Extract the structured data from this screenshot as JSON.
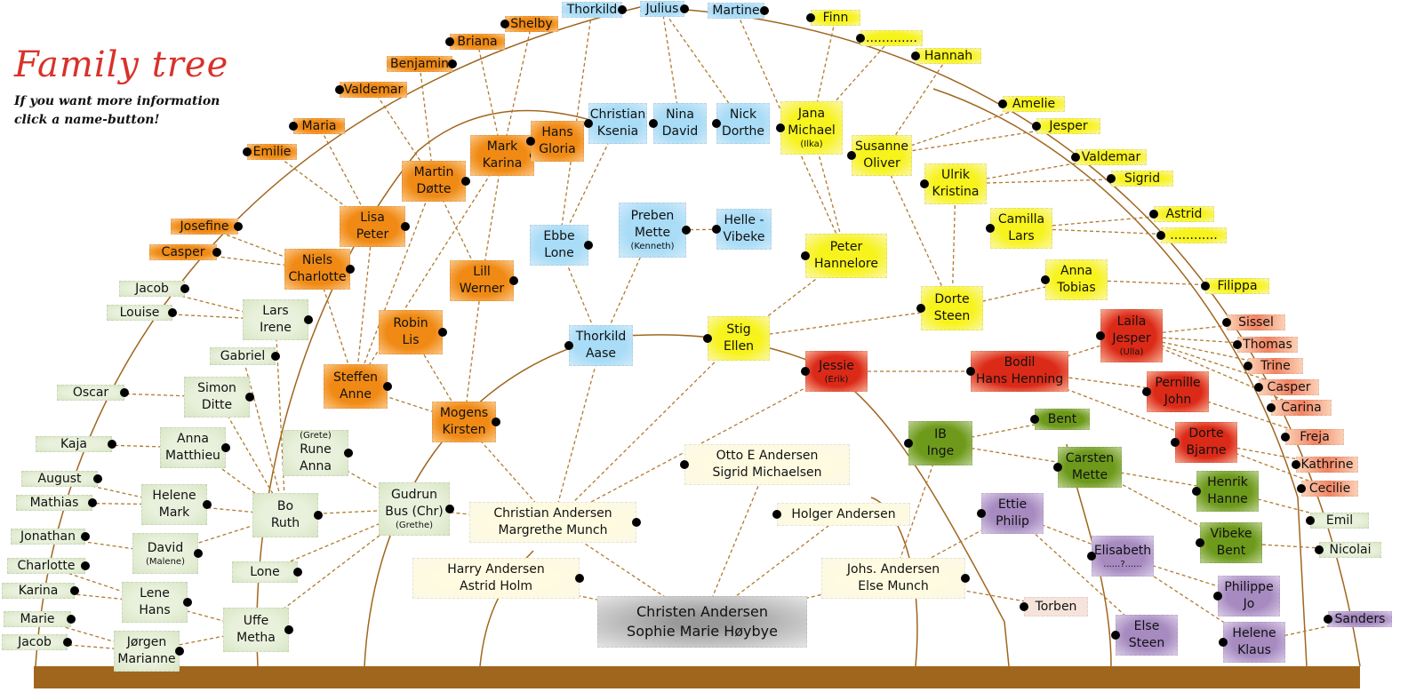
{
  "title": "Family tree",
  "subtitle": [
    "If you want more information",
    "click a name-button!"
  ],
  "colors": {
    "line": "#a0661e",
    "orange": "#f08a14",
    "green": "#e9f1dc",
    "yellow": "#f7f31c",
    "blue": "#a9dcf6",
    "red": "#dc2a18",
    "dark_green": "#6e9a1c",
    "purple": "#a68ac0"
  },
  "nodes": [
    {
      "lines": [
        "Thorkild"
      ]
    },
    {
      "lines": [
        "Julius"
      ]
    },
    {
      "lines": [
        "Martine"
      ]
    },
    {
      "lines": [
        "Finn"
      ]
    },
    {
      "lines": [
        "............."
      ]
    },
    {
      "lines": [
        "Hannah"
      ]
    },
    {
      "lines": [
        "Amelie"
      ]
    },
    {
      "lines": [
        "Jesper"
      ]
    },
    {
      "lines": [
        "Valdemar"
      ]
    },
    {
      "lines": [
        "Sigrid"
      ]
    },
    {
      "lines": [
        "Astrid"
      ]
    },
    {
      "lines": [
        "............"
      ]
    },
    {
      "lines": [
        "Filippa"
      ]
    },
    {
      "lines": [
        "Sissel"
      ]
    },
    {
      "lines": [
        "Thomas"
      ]
    },
    {
      "lines": [
        "Trine"
      ]
    },
    {
      "lines": [
        "Casper"
      ]
    },
    {
      "lines": [
        "Carina"
      ]
    },
    {
      "lines": [
        "Freja"
      ]
    },
    {
      "lines": [
        "Kathrine"
      ]
    },
    {
      "lines": [
        "Cecilie"
      ]
    },
    {
      "lines": [
        "Emil"
      ]
    },
    {
      "lines": [
        "Nicolai"
      ]
    },
    {
      "lines": [
        "Sanders"
      ]
    },
    {
      "lines": [
        "Shelby"
      ]
    },
    {
      "lines": [
        "Briana"
      ]
    },
    {
      "lines": [
        "Benjamin"
      ]
    },
    {
      "lines": [
        "Valdemar"
      ]
    },
    {
      "lines": [
        "Maria"
      ]
    },
    {
      "lines": [
        "Emilie"
      ]
    },
    {
      "lines": [
        "Josefine"
      ]
    },
    {
      "lines": [
        "Casper"
      ]
    },
    {
      "lines": [
        "Jacob"
      ]
    },
    {
      "lines": [
        "Louise"
      ]
    },
    {
      "lines": [
        "Gabriel"
      ]
    },
    {
      "lines": [
        "Oscar"
      ]
    },
    {
      "lines": [
        "Kaja"
      ]
    },
    {
      "lines": [
        "August"
      ]
    },
    {
      "lines": [
        "Mathias"
      ]
    },
    {
      "lines": [
        "Jonathan"
      ]
    },
    {
      "lines": [
        "Charlotte"
      ]
    },
    {
      "lines": [
        "Karina"
      ]
    },
    {
      "lines": [
        "Marie"
      ]
    },
    {
      "lines": [
        "Jacob"
      ]
    },
    {
      "lines": [
        "Lars",
        "Irene"
      ]
    },
    {
      "lines": [
        "Simon",
        "Ditte"
      ]
    },
    {
      "lines": [
        "Anna",
        "Matthieu"
      ]
    },
    {
      "lines": [
        "Helene",
        "Mark"
      ]
    },
    {
      "lines": [
        "David"
      ],
      "sub": "(Malene)"
    },
    {
      "lines": [
        "Lene",
        "Hans"
      ]
    },
    {
      "lines": [
        "Jørgen",
        "Marianne"
      ]
    },
    {
      "lines": [
        "Bo",
        "Ruth"
      ]
    },
    {
      "pre": "(Grete)",
      "lines": [
        "Rune",
        "Anna"
      ]
    },
    {
      "lines": [
        "Lone"
      ]
    },
    {
      "lines": [
        "Uffe",
        "Metha"
      ]
    },
    {
      "lines": [
        "Gudrun",
        "Bus (Chr)"
      ],
      "sub": "(Grethe)"
    },
    {
      "lines": [
        "Lisa",
        "Peter"
      ]
    },
    {
      "lines": [
        "Niels",
        "Charlotte"
      ]
    },
    {
      "lines": [
        "Martin",
        "Døtte"
      ]
    },
    {
      "lines": [
        "Mark",
        "Karina"
      ]
    },
    {
      "lines": [
        "Hans",
        "Gloria"
      ]
    },
    {
      "lines": [
        "Lill",
        "Werner"
      ]
    },
    {
      "lines": [
        "Robin",
        "Lis"
      ]
    },
    {
      "lines": [
        "Steffen",
        "Anne"
      ]
    },
    {
      "lines": [
        "Mogens",
        "Kirsten"
      ]
    },
    {
      "lines": [
        "Christian",
        "Ksenia"
      ]
    },
    {
      "lines": [
        "Nina",
        "David"
      ]
    },
    {
      "lines": [
        "Nick",
        "Dorthe"
      ]
    },
    {
      "lines": [
        "Ebbe",
        "Lone"
      ]
    },
    {
      "lines": [
        "Preben",
        "Mette"
      ],
      "sub": "(Kenneth)"
    },
    {
      "lines": [
        "Helle -",
        "Vibeke"
      ]
    },
    {
      "lines": [
        "Thorkild",
        "Aase"
      ]
    },
    {
      "lines": [
        "Jana",
        "Michael"
      ],
      "sub": "(Ilka)"
    },
    {
      "lines": [
        "Susanne",
        "Oliver"
      ]
    },
    {
      "lines": [
        "Ulrik",
        "Kristina"
      ]
    },
    {
      "lines": [
        "Camilla",
        "Lars"
      ]
    },
    {
      "lines": [
        "Anna",
        "Tobias"
      ]
    },
    {
      "lines": [
        "Peter",
        "Hannelore"
      ]
    },
    {
      "lines": [
        "Dorte",
        "Steen"
      ]
    },
    {
      "lines": [
        "Stig",
        "Ellen"
      ]
    },
    {
      "lines": [
        "Jessie"
      ],
      "sub": "(Erik)"
    },
    {
      "lines": [
        "Bodil",
        "Hans Henning"
      ]
    },
    {
      "lines": [
        "Laila",
        "Jesper"
      ],
      "sub": "(Ulla)"
    },
    {
      "lines": [
        "Pernille",
        "John"
      ]
    },
    {
      "lines": [
        "Dorte",
        "Bjarne"
      ]
    },
    {
      "lines": [
        "IB",
        "Inge"
      ]
    },
    {
      "lines": [
        "Bent"
      ]
    },
    {
      "lines": [
        "Carsten",
        "Mette"
      ]
    },
    {
      "lines": [
        "Henrik",
        "Hanne"
      ]
    },
    {
      "lines": [
        "Vibeke",
        "Bent"
      ]
    },
    {
      "lines": [
        "Ettie",
        "Philip"
      ]
    },
    {
      "lines": [
        "Elisabeth"
      ],
      "sub": "......?......"
    },
    {
      "lines": [
        "Philippe",
        "Jo"
      ]
    },
    {
      "lines": [
        "Else",
        "Steen"
      ]
    },
    {
      "lines": [
        "Helene",
        "Klaus"
      ]
    },
    {
      "lines": [
        "Torben"
      ]
    },
    {
      "lines": [
        "Otto E Andersen",
        "Sigrid Michaelsen"
      ]
    },
    {
      "lines": [
        "Christian Andersen",
        "Margrethe Munch"
      ]
    },
    {
      "lines": [
        "Holger Andersen"
      ]
    },
    {
      "lines": [
        "Harry Andersen",
        "Astrid Holm"
      ]
    },
    {
      "lines": [
        "Johs. Andersen",
        "Else Munch"
      ]
    },
    {
      "lines": [
        "Christen Andersen",
        "Sophie Marie Høybye"
      ]
    }
  ]
}
